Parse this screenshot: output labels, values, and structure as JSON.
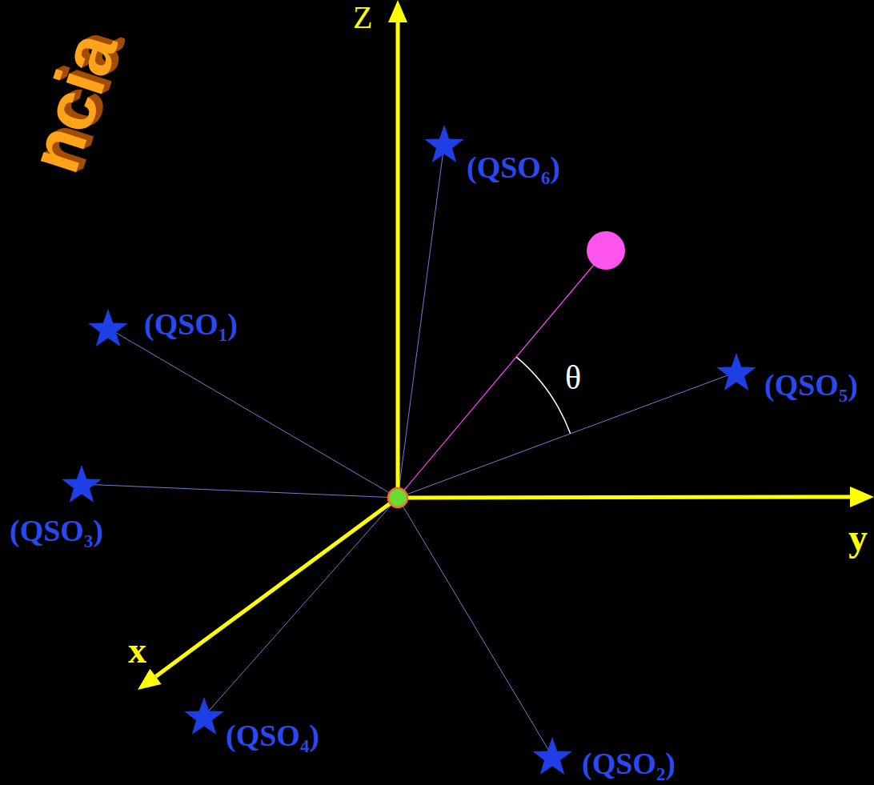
{
  "diagram": {
    "labels": [
      "ncia",
      "Z",
      "(QSO₆)",
      "(QSO₁)",
      "θ",
      "(QSO₅)",
      "(QSO₃)",
      "y",
      "x",
      "(QSO₄)",
      "(QSO₂)"
    ]
  }
}
